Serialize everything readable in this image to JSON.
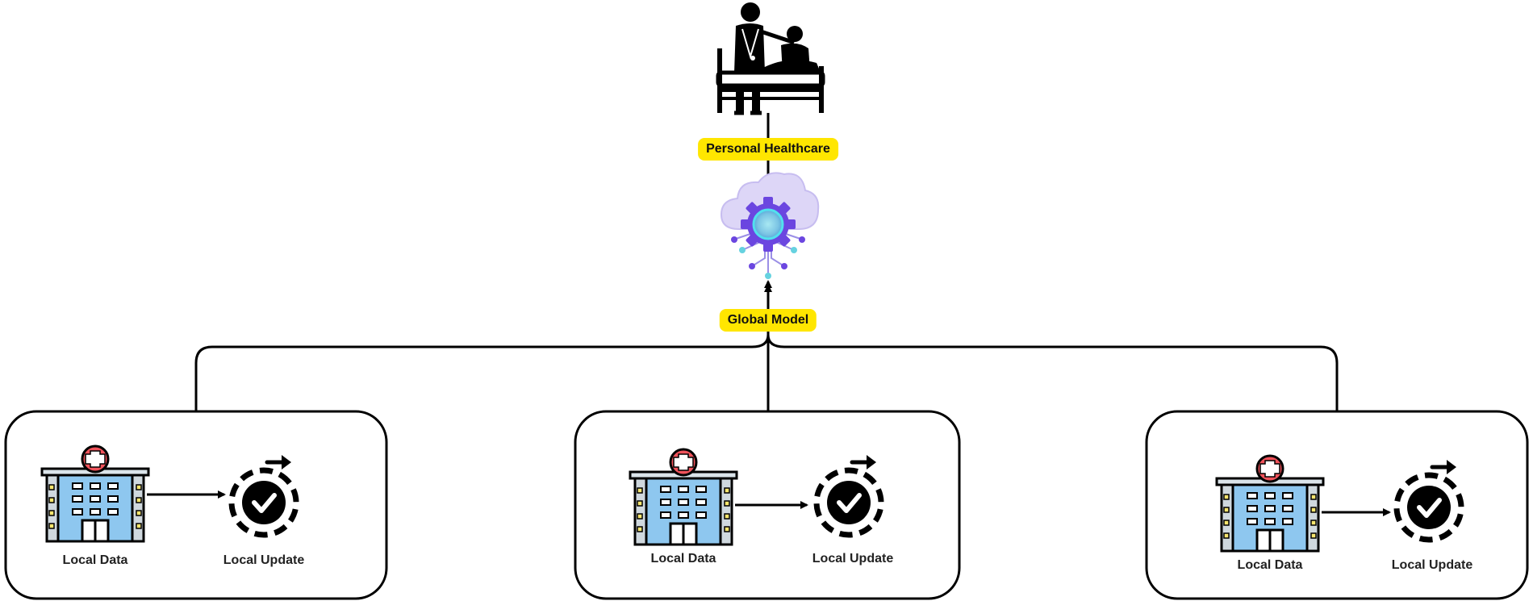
{
  "top": {
    "label": "Personal Healthcare",
    "icon": "doctor-patient-bed-icon"
  },
  "center": {
    "label": "Global Model",
    "icon": "cloud-gear-network-icon"
  },
  "clients": [
    {
      "data_label": "Local Data",
      "update_label": "Local Update",
      "data_icon": "hospital-icon",
      "update_icon": "refresh-check-icon"
    },
    {
      "data_label": "Local Data",
      "update_label": "Local Update",
      "data_icon": "hospital-icon",
      "update_icon": "refresh-check-icon"
    },
    {
      "data_label": "Local Data",
      "update_label": "Local Update",
      "data_icon": "hospital-icon",
      "update_icon": "refresh-check-icon"
    }
  ],
  "colors": {
    "tag": "#ffe600",
    "hospital_body": "#8ec7ef",
    "hospital_red": "#f0535b",
    "cloud": "#ddd6f7",
    "gear": "#6b46e0",
    "node_teal": "#66d2e0"
  }
}
